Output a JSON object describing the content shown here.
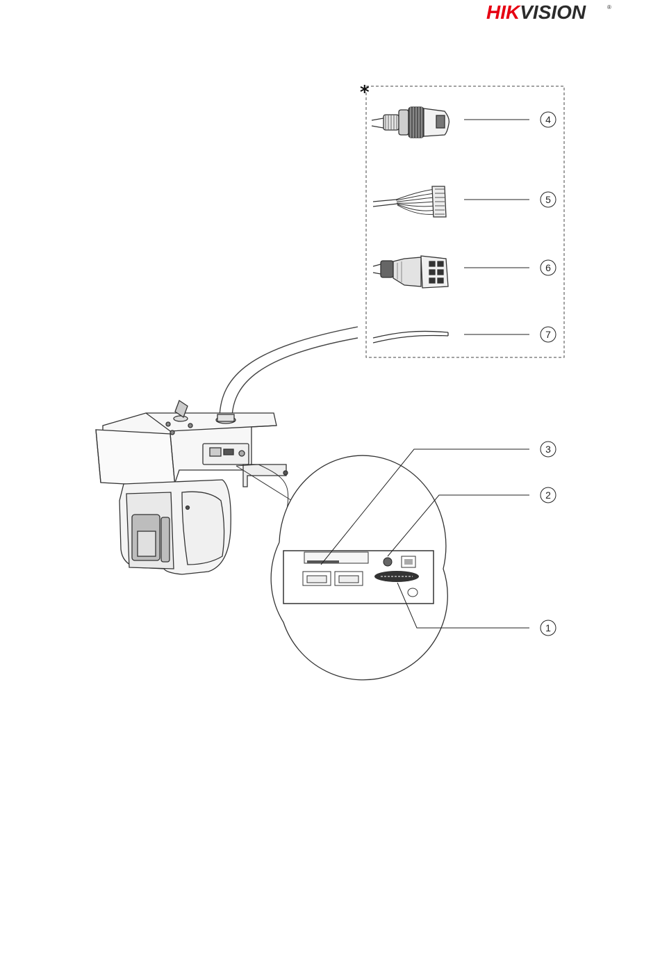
{
  "brand": {
    "logo_text_red": "HIK",
    "logo_text_dark": "VISION",
    "registered_mark": "®",
    "red_color": "#e60012",
    "dark_color": "#2b2b2b"
  },
  "diagram": {
    "asterisk": "*",
    "callouts": [
      {
        "number": "1"
      },
      {
        "number": "2"
      },
      {
        "number": "3"
      },
      {
        "number": "4"
      },
      {
        "number": "5"
      },
      {
        "number": "6"
      },
      {
        "number": "7"
      }
    ]
  }
}
